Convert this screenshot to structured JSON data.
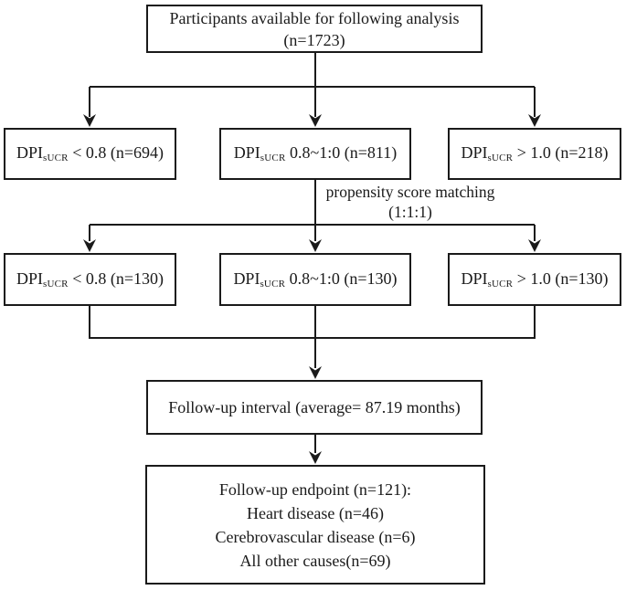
{
  "colors": {
    "ink": "#1a1a1a",
    "background": "#ffffff"
  },
  "boxes": {
    "participants": {
      "line1": "Participants available for following analysis",
      "line2": "(n=1723)"
    },
    "group_row1": [
      {
        "prefix": "DPI",
        "subscript": "sUCR",
        "rest": " < 0.8 (n=694)"
      },
      {
        "prefix": "DPI",
        "subscript": "sUCR",
        "rest": " 0.8~1:0 (n=811)"
      },
      {
        "prefix": "DPI",
        "subscript": "sUCR",
        "rest": " > 1.0 (n=218)"
      }
    ],
    "group_row2": [
      {
        "prefix": "DPI",
        "subscript": "sUCR",
        "rest": " < 0.8 (n=130)"
      },
      {
        "prefix": "DPI",
        "subscript": "sUCR",
        "rest": " 0.8~1:0 (n=130)"
      },
      {
        "prefix": "DPI",
        "subscript": "sUCR",
        "rest": " > 1.0 (n=130)"
      }
    ],
    "interval": {
      "line1": "Follow-up interval (average= 87.19 months)"
    },
    "endpoint": {
      "line1": "Follow-up endpoint (n=121):",
      "line2": "Heart disease (n=46)",
      "line3": "Cerebrovascular disease (n=6)",
      "line4": "All other causes(n=69)"
    }
  },
  "labels": {
    "matching": {
      "line1": "propensity score matching",
      "line2": "(1:1:1)"
    }
  }
}
